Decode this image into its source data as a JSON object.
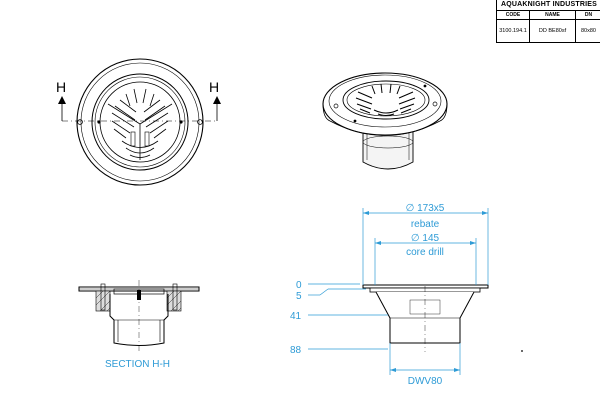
{
  "title_block": {
    "company": "AQUAKNIGHT INDUSTRIES",
    "headers": [
      "CODE",
      "NAME",
      "DN"
    ],
    "values": [
      "3100.194.1",
      "DD BE80sf",
      "80x80"
    ]
  },
  "plan_view": {
    "section_mark_left": "H",
    "section_mark_right": "H"
  },
  "section_view": {
    "caption": "SECTION H-H"
  },
  "elevation_view": {
    "dim_rebate_value": "∅ 173x5",
    "dim_rebate_label": "rebate",
    "dim_core_value": "∅ 145",
    "dim_core_label": "core drill",
    "level_0": "0",
    "level_5": "5",
    "level_41": "41",
    "level_88": "88",
    "outlet_label": "DWV80"
  },
  "colors": {
    "line": "#000000",
    "dimension": "#2e9bd6"
  }
}
